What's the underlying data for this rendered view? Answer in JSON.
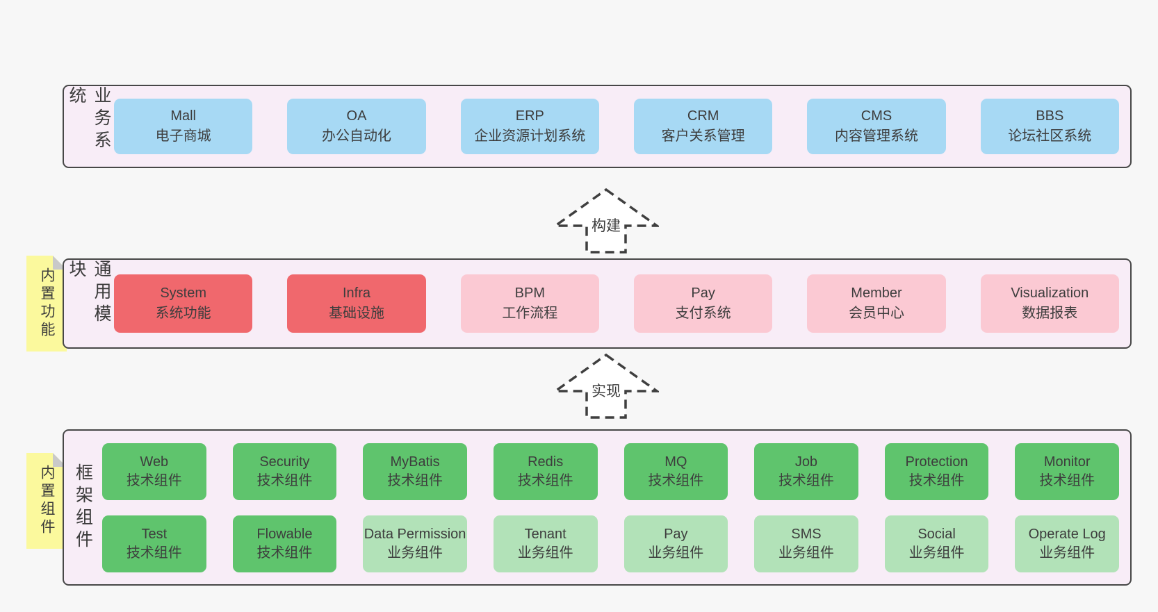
{
  "page": {
    "background": "#f7f7f7",
    "panel_background": "#f8edf7",
    "panel_border_color": "#474747",
    "sticky_color": "#fbf99d",
    "text_color": "#3d3d3d"
  },
  "layers": {
    "business": {
      "label": "业务系统",
      "box_color": "#a7d9f4",
      "boxes": [
        {
          "name": "Mall",
          "sub": "电子商城"
        },
        {
          "name": "OA",
          "sub": "办公自动化"
        },
        {
          "name": "ERP",
          "sub": "企业资源计划系统"
        },
        {
          "name": "CRM",
          "sub": "客户关系管理"
        },
        {
          "name": "CMS",
          "sub": "内容管理系统"
        },
        {
          "name": "BBS",
          "sub": "论坛社区系统"
        }
      ]
    },
    "modules": {
      "label": "通用模块",
      "sticky": "内置功能",
      "core_color": "#f0686d",
      "optional_color": "#fbc9d3",
      "boxes": [
        {
          "name": "System",
          "sub": "系统功能"
        },
        {
          "name": "Infra",
          "sub": "基础设施"
        },
        {
          "name": "BPM",
          "sub": "工作流程"
        },
        {
          "name": "Pay",
          "sub": "支付系统"
        },
        {
          "name": "Member",
          "sub": "会员中心"
        },
        {
          "name": "Visualization",
          "sub": "数据报表"
        }
      ]
    },
    "components": {
      "label": "框架组件",
      "sticky": "内置组件",
      "tech_color": "#5fc46d",
      "biz_color": "#b2e2b8",
      "row1": [
        {
          "name": "Web",
          "sub": "技术组件"
        },
        {
          "name": "Security",
          "sub": "技术组件"
        },
        {
          "name": "MyBatis",
          "sub": "技术组件"
        },
        {
          "name": "Redis",
          "sub": "技术组件"
        },
        {
          "name": "MQ",
          "sub": "技术组件"
        },
        {
          "name": "Job",
          "sub": "技术组件"
        },
        {
          "name": "Protection",
          "sub": "技术组件"
        },
        {
          "name": "Monitor",
          "sub": "技术组件"
        }
      ],
      "row2": [
        {
          "name": "Test",
          "sub": "技术组件"
        },
        {
          "name": "Flowable",
          "sub": "技术组件"
        },
        {
          "name": "Data Permission",
          "sub": "业务组件"
        },
        {
          "name": "Tenant",
          "sub": "业务组件"
        },
        {
          "name": "Pay",
          "sub": "业务组件"
        },
        {
          "name": "SMS",
          "sub": "业务组件"
        },
        {
          "name": "Social",
          "sub": "业务组件"
        },
        {
          "name": "Operate Log",
          "sub": "业务组件"
        }
      ]
    }
  },
  "arrows": {
    "build": {
      "label": "构建"
    },
    "implement": {
      "label": "实现"
    }
  }
}
